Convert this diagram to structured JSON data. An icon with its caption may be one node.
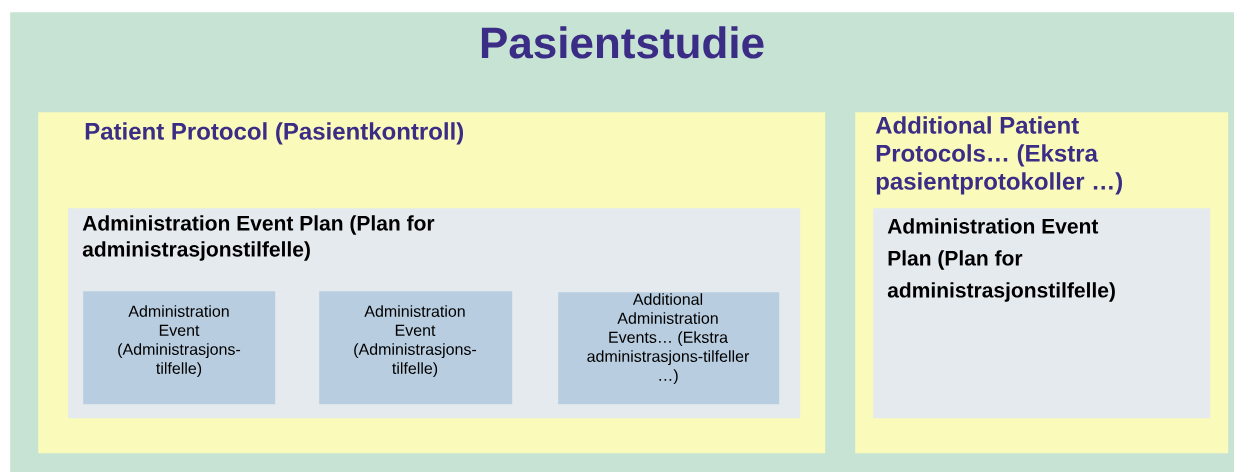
{
  "diagram": {
    "nodes": [
      {
        "text": [
          "Pasientstudie"
        ]
      },
      {
        "text": [
          "Patient Protocol (Pasientkontroll)"
        ],
        "in": 0
      },
      {
        "text": [
          "Administration Event Plan (Plan for administrasjonstilfelle)"
        ],
        "in": 1
      },
      {
        "text": [
          "Administration Event (Administrasjons-tilfelle)"
        ],
        "in": 2
      },
      {
        "text": [
          "Administration Event (Administrasjons-tilfelle)"
        ],
        "in": 2
      },
      {
        "text": [
          "Additional Administration Events… (Ekstra administrasjons-tilfeller …)"
        ],
        "in": 2
      },
      {
        "text": [
          "Additional Patient Protocols… (Ekstra pasientprotokoller …)"
        ],
        "in": 0
      },
      {
        "text": [
          "Administration Event Plan (Plan for administrasjonstilfelle)"
        ],
        "in": 6
      }
    ]
  }
}
